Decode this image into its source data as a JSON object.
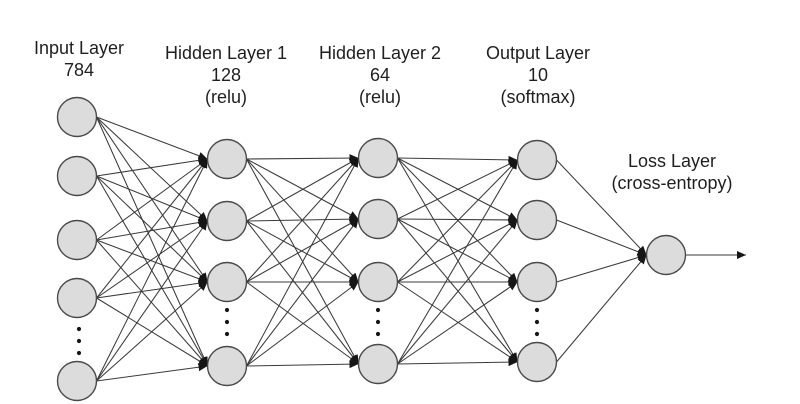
{
  "layers": [
    {
      "id": "input",
      "title": "Input Layer",
      "size": "784",
      "activation": "",
      "visible_nodes": 5,
      "ellipsis": true
    },
    {
      "id": "hidden1",
      "title": "Hidden Layer 1",
      "size": "128",
      "activation": "(relu)",
      "visible_nodes": 4,
      "ellipsis": true
    },
    {
      "id": "hidden2",
      "title": "Hidden Layer 2",
      "size": "64",
      "activation": "(relu)",
      "visible_nodes": 4,
      "ellipsis": true
    },
    {
      "id": "output",
      "title": "Output Layer",
      "size": "10",
      "activation": "(softmax)",
      "visible_nodes": 4,
      "ellipsis": true
    },
    {
      "id": "loss",
      "title": "Loss Layer",
      "subtitle": "(cross-entropy)",
      "visible_nodes": 1,
      "ellipsis": false
    }
  ],
  "connections": "fully-connected",
  "output_arrow": true,
  "colors": {
    "node_fill": "#dcdcdc",
    "node_stroke": "#4a4a4a",
    "edge": "#3a3a3a",
    "text": "#1f1f1f"
  }
}
